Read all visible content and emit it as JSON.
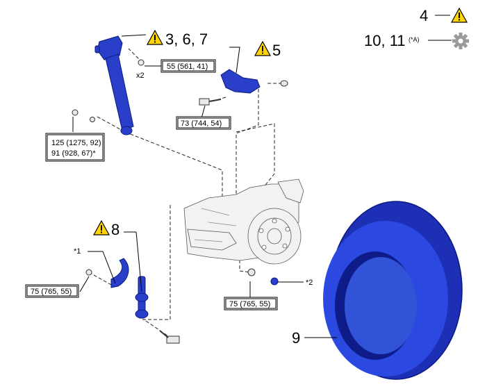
{
  "callouts": {
    "c4": "4",
    "c3_6_7": "3, 6, 7",
    "c5": "5",
    "c10_11": "10, 11",
    "c10_11_note": "(*A)",
    "c8": "8",
    "c9": "9"
  },
  "torques": {
    "t55": "55 (561, 41)",
    "t73": "73 (744, 54)",
    "t125_a": "125 (1275, 92)",
    "t125_b": "91 (928, 67)*",
    "t75_left": "75 (765, 55)",
    "t75_mid": "75 (765, 55)"
  },
  "notes": {
    "x2": "x2",
    "star1": "*1",
    "star2": "*2"
  },
  "icons": {
    "caution": "caution-triangle-icon",
    "gear": "gear-icon"
  },
  "colors": {
    "part_blue": "#2a3fc9",
    "caution_yellow": "#ffd400",
    "gear_gray": "#9a9a9a"
  }
}
